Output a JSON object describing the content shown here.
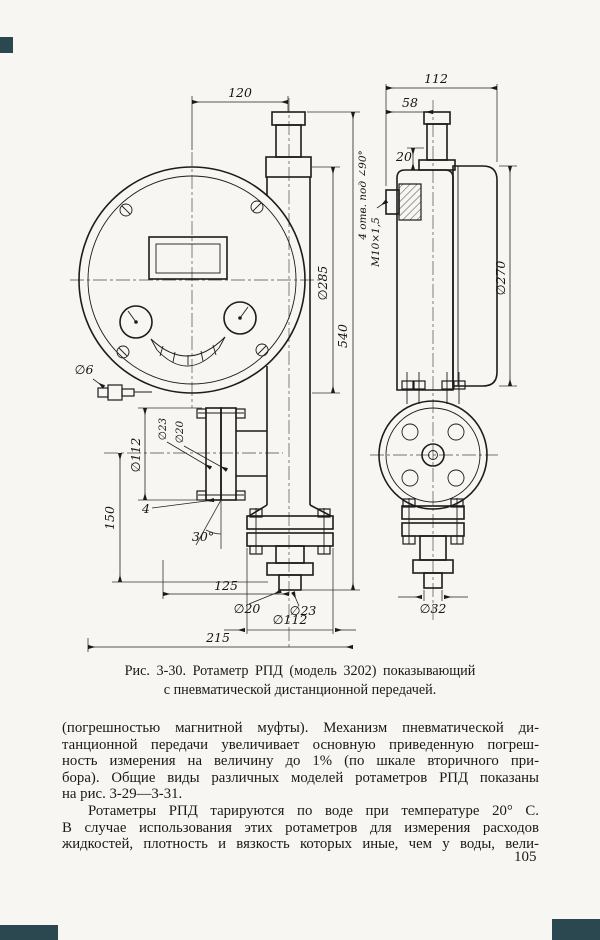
{
  "figure": {
    "caption": {
      "line1": "Рис. 3-30. Ротаметр РПД (модель 3202) показывающий",
      "line2": "с пневматической дистанционной передачей."
    },
    "dims": {
      "d120": "120",
      "d112_top": "112",
      "d58": "58",
      "d20_step": "20",
      "holes_note": "4 отв. под ∠90°",
      "thread": "М10×1,5",
      "d285": "∅285",
      "d540": "540",
      "d270": "∅270",
      "d6": "∅6",
      "d23_left": "∅23",
      "d20_left": "∅20",
      "d112_left": "∅112",
      "d150": "150",
      "d4": "4",
      "a30": "30°",
      "d125": "125",
      "d20_bottom": "∅20",
      "d23_bottom": "∅23",
      "d112_bottom": "∅112",
      "d215": "215",
      "d32": "∅32"
    }
  },
  "text": {
    "para1": [
      "(погрешностью магнитной муфты). Механизм пневматической ди-",
      "танционной передачи увеличивает основную приведенную погреш-",
      "ность измерения на величину до 1% (по шкале вторичного при-",
      "бора). Общие виды различных моделей ротаметров РПД показаны",
      "на рис. 3-29—3-31."
    ],
    "para2": [
      "Ротаметры РПД тарируются по воде при температуре 20° С.",
      "В случае использования этих ротаметров для измерения расходов",
      "жидкостей, плотность и вязкость которых иные, чем у воды, вели-"
    ]
  },
  "page_number": "105"
}
